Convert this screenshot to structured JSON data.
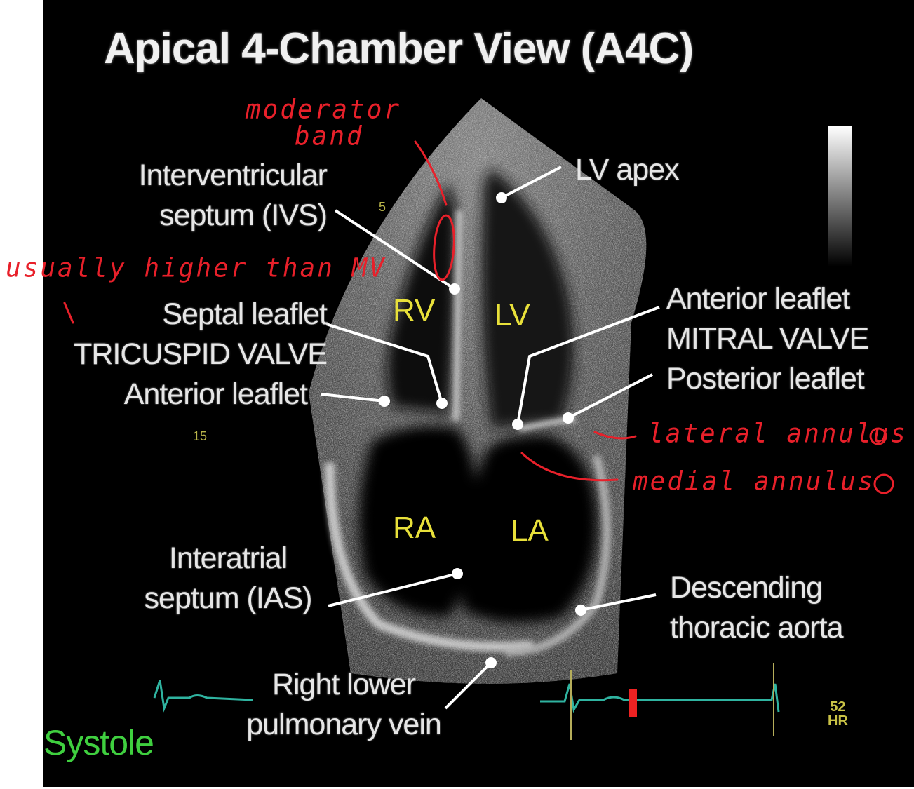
{
  "title": "Apical 4-Chamber View (A4C)",
  "chambers": {
    "rv": "RV",
    "lv": "LV",
    "ra": "RA",
    "la": "LA"
  },
  "labels": {
    "ivs": [
      "Interventricular",
      "septum (IVS)"
    ],
    "lv_apex": "LV apex",
    "septal_leaflet": "Septal leaflet",
    "tricuspid_valve": "TRICUSPID VALVE",
    "anterior_leaflet_tv": "Anterior leaflet",
    "anterior_leaflet_mv": "Anterior leaflet",
    "mitral_valve": "MITRAL VALVE",
    "posterior_leaflet": "Posterior leaflet",
    "ias": [
      "Interatrial",
      "septum (IAS)"
    ],
    "descending_aorta": [
      "Descending",
      "thoracic aorta"
    ],
    "pulmonary_vein": [
      "Right lower",
      "pulmonary vein"
    ]
  },
  "depth_ticks": {
    "five": "5",
    "fifteen": "15"
  },
  "phase": "Systole",
  "heart_rate": {
    "value": "52",
    "unit": "HR"
  },
  "annotations": {
    "moderator_band": [
      "moderator",
      "band"
    ],
    "higher_than_mv": "usually higher than MV",
    "lateral_annulus": "lateral annulus",
    "medial_annulus": "medial annulus"
  },
  "colors": {
    "label_text": "#e6e6e6",
    "chamber_text": "#e8e03a",
    "annotation": "#e8202a",
    "ecg": "#2fb3a0",
    "phase_text": "#3fcf3f"
  }
}
